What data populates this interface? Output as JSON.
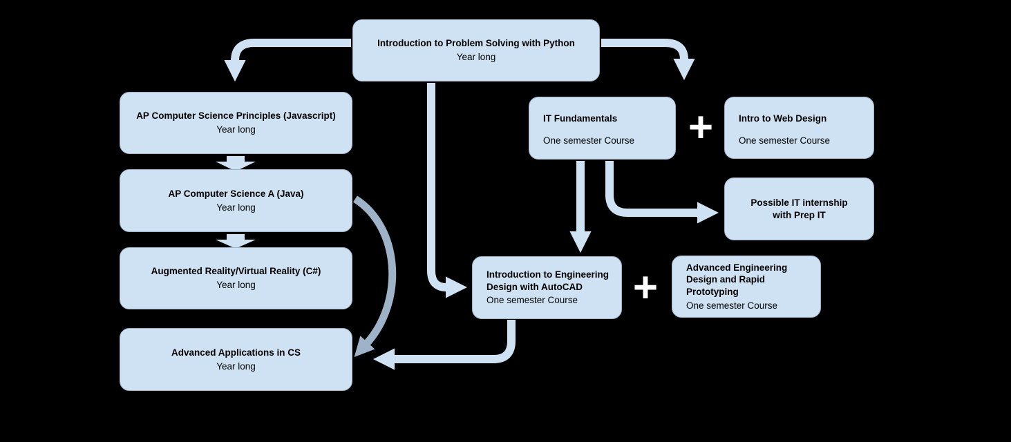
{
  "nodes": {
    "python": {
      "title": "Introduction to Problem Solving with Python",
      "subtitle": "Year long"
    },
    "ap_principles": {
      "title": "AP Computer Science Principles (Javascript)",
      "subtitle": "Year long"
    },
    "ap_java": {
      "title": "AP Computer Science A (Java)",
      "subtitle": "Year long"
    },
    "arvr": {
      "title": "Augmented Reality/Virtual Reality (C#)",
      "subtitle": "Year long"
    },
    "advanced_cs": {
      "title": "Advanced Applications in CS",
      "subtitle": "Year long"
    },
    "it_fundamentals": {
      "title": "IT Fundamentals",
      "subtitle": "One semester Course"
    },
    "web_design": {
      "title": "Intro to Web Design",
      "subtitle": "One semester Course"
    },
    "it_internship": {
      "title": "Possible IT internship with Prep IT",
      "subtitle": ""
    },
    "autocad": {
      "title": "Introduction to Engineering Design with AutoCAD",
      "subtitle": "One semester Course"
    },
    "adv_engineering": {
      "title": "Advanced Engineering Design and Rapid Prototyping",
      "subtitle": "One semester Course"
    }
  },
  "symbols": {
    "plus": "+"
  },
  "colors": {
    "background": "#000000",
    "box_fill": "#cfe2f3",
    "box_border": "#9db2c8",
    "arrow": "#cfe2f3",
    "arrow_alt": "#9fb3c8",
    "plus_sign": "#ffffff",
    "text": "#000000"
  }
}
